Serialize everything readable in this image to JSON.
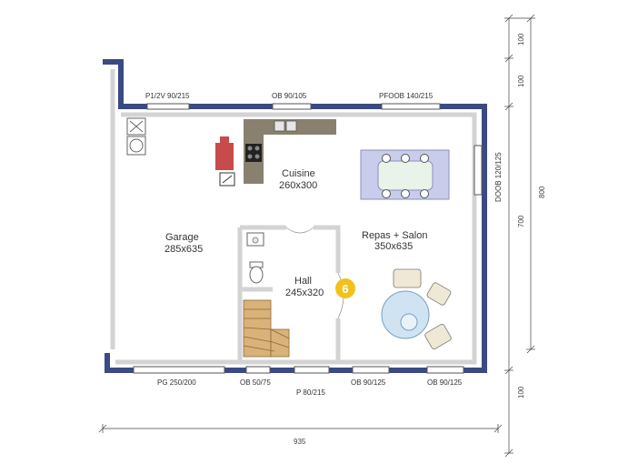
{
  "openings": {
    "p1_2v": "P1/2V 90/215",
    "ob_90_105": "OB 90/105",
    "pfoob": "PFOOB 140/215",
    "doob": "DOOB 120/125",
    "pg": "PG 250/200",
    "ob_50_75": "OB 50/75",
    "p_80_215": "P 80/215",
    "ob_90_125_a": "OB 90/125",
    "ob_90_125_b": "OB 90/125"
  },
  "rooms": {
    "garage": {
      "name": "Garage",
      "size": "285x635"
    },
    "cuisine": {
      "name": "Cuisine",
      "size": "260x300"
    },
    "hall": {
      "name": "Hall",
      "size": "245x320"
    },
    "repas": {
      "name": "Repas + Salon",
      "size": "350x635"
    }
  },
  "dimensions": {
    "right_top_1": "100",
    "right_top_2": "100",
    "right_mid": "700",
    "right_total": "800",
    "right_bottom": "100",
    "bottom_total": "935"
  },
  "marker": "6",
  "colors": {
    "wall_exterior": "#3b4a82",
    "wall_interior": "#d3d3d3",
    "marker": "#f2c21b",
    "table": "#c9cdeb",
    "round_table": "#cfe3f3",
    "kitchen": "#8a8070",
    "chair": "#efe8d5",
    "stairs": "#d9b27a"
  }
}
